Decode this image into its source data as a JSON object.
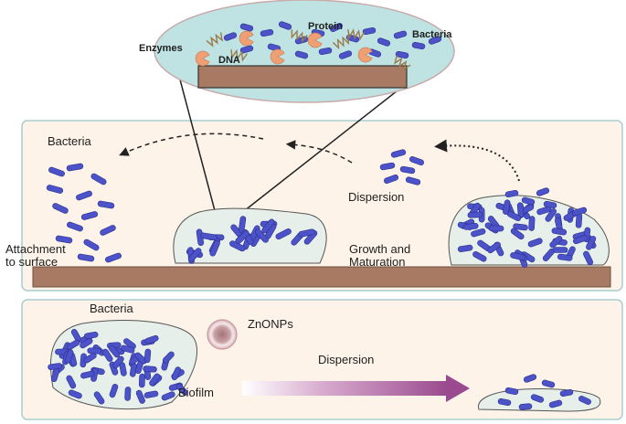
{
  "inset": {
    "labels": {
      "enzymes": "Enzymes",
      "dna": "DNA",
      "protein": "Protein",
      "bacteria": "Bacteria"
    }
  },
  "panel_top": {
    "labels": {
      "bacteria": "Bacteria",
      "dispersion": "Dispersion",
      "attachment": "Attachment\nto surface",
      "growth": "Growth and\nMaturation"
    }
  },
  "panel_bottom": {
    "labels": {
      "bacteria": "Bacteria",
      "znonps": "ZnONPs",
      "dispersion": "Dispersion",
      "biofilm": "Biofilm"
    }
  },
  "colors": {
    "panel_fill": "#fdf3e8",
    "panel_border": "#a9cdd0",
    "inset_fill": "#bfe3e3",
    "surface": "#a87a64",
    "biofilm_fill": "#e6efe9",
    "bacteria": "#4c52c8",
    "enzyme": "#eea074",
    "dna": "#9a7a4a",
    "arrow": "#9a4a8e"
  }
}
